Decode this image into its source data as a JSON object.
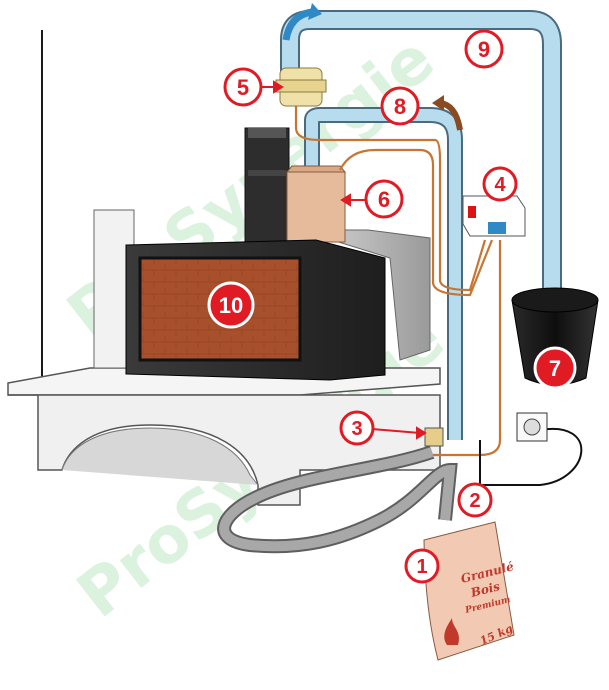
{
  "labels": {
    "n1": "1",
    "n2": "2",
    "n3": "3",
    "n4": "4",
    "n5": "5",
    "n6": "6",
    "n7": "7",
    "n8": "8",
    "n9": "9",
    "n10": "10"
  },
  "bag": {
    "line1": "Granulé",
    "line2": "Bois",
    "line3": "Premium",
    "weight": "15 kg"
  },
  "watermark": {
    "text": "ProSynergie"
  },
  "colors": {
    "label_red": "#e01b24",
    "hot_air_duct": "#b7dcee",
    "cable": "#c87533",
    "fire_glass": "#a8502c",
    "stove_body": "#2b2b2b",
    "hose_grey": "#8c8c8c",
    "bag": "#f2c9b3",
    "flow_arrow_blue": "#2f89c5",
    "flow_arrow_brown": "#8a4a22"
  },
  "icons": {
    "flow_blue": "curved-arrow-icon",
    "flow_brown": "curved-arrow-icon",
    "flame": "flame-icon",
    "power_socket": "socket-icon"
  }
}
